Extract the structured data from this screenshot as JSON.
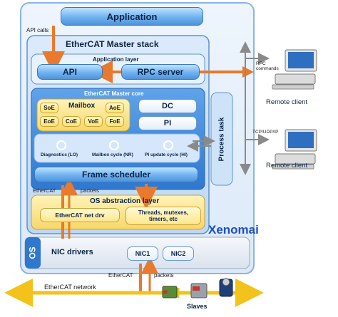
{
  "labels": {
    "application": "Application",
    "api_calls": "API calls",
    "master_stack": "EtherCAT Master stack",
    "application_layer": "Application layer",
    "api": "API",
    "rpc_server": "RPC server",
    "master_core": "EtherCAT Master core",
    "mailbox": "Mailbox",
    "soe": "SoE",
    "aoe": "AoE",
    "eoe": "EoE",
    "coe": "CoE",
    "voe": "VoE",
    "foe": "FoE",
    "dc": "DC",
    "pi": "PI",
    "diagnostics": "Diagnostics (LO)",
    "mailbox_cycle": "Mailbox cycle (NR)",
    "pi_update_cycle": "PI update cycle (HI)",
    "process_task": "Process task",
    "frame_scheduler": "Frame scheduler",
    "ethercat": "EtherCAT",
    "packets": "packets",
    "os_abstraction": "OS abstraction layer",
    "net_drv": "EtherCAT net drv",
    "threads": "Threads, mutexes,\ntimers, etc",
    "xenomai": "Xenomai",
    "os": "OS",
    "nic_drivers": "NIC drivers",
    "nic1": "NIC1",
    "nic2": "NIC2",
    "ethercat_bottom": "EtherCAT",
    "packets_bottom": "packets",
    "ethercat_network": "EtherCAT network",
    "slaves": "Slaves",
    "rpc_commands": "RPC\ncommands",
    "tcp_udp_ip": "TCP/UDP/IP",
    "remote_client_1": "Remote client",
    "remote_client_2": "Remote client"
  },
  "colors": {
    "arrow_orange": "#e8792d",
    "arrow_gray": "#8a8a8a",
    "network_yellow": "#f3c21b",
    "xenomai_blue": "#1f4fc7",
    "outer_frame": "#8ab4e8",
    "stack_fill": "#cfe3f8"
  },
  "icons": {
    "computer": "computer-icon",
    "cycle": "cycle-icon",
    "device": "slave-device-icon"
  }
}
